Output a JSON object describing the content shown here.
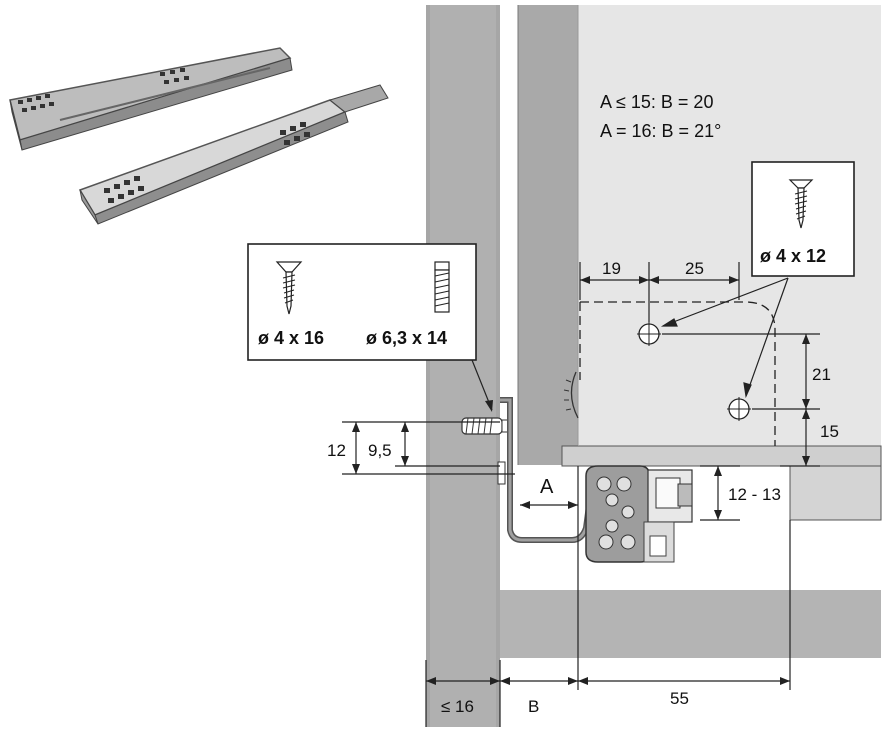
{
  "formula": {
    "line1": "A ≤ 15: B = 20",
    "line2": "A = 16: B = 21°"
  },
  "screw_box_left": {
    "screw1": "ø 4 x 16",
    "screw2": "ø 6,3 x 14"
  },
  "screw_box_right": {
    "screw": "ø 4 x 12"
  },
  "dimensions": {
    "d19": "19",
    "d25": "25",
    "d21": "21",
    "d15": "15",
    "d12": "12",
    "d9_5": "9,5",
    "dA": "A",
    "d12_13": "12 - 13",
    "d16": "≤ 16",
    "dB": "B",
    "d55": "55"
  },
  "colors": {
    "panel": "#a6a6a6",
    "panel_light": "#e4e4e4",
    "drawer": "#eaeaea",
    "rail": "#8a8a8a",
    "ink": "#111111"
  }
}
